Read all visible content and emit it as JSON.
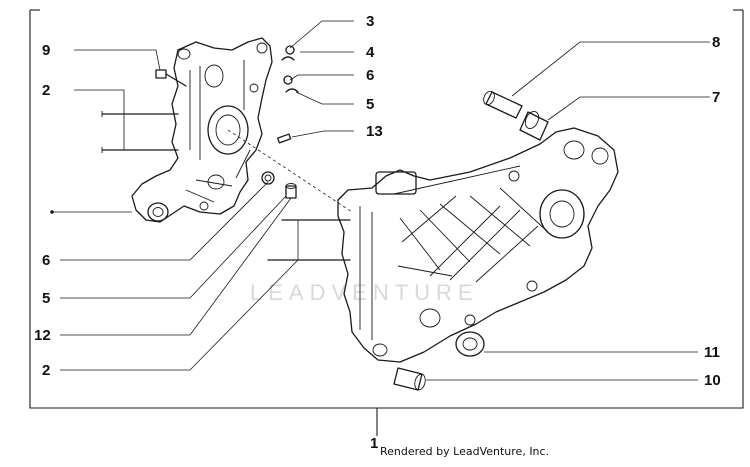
{
  "diagram": {
    "watermark": "LEADVENTURE",
    "credit": "Rendered by LeadVenture, Inc.",
    "assembly_callout": "1",
    "callouts": [
      "9",
      "2",
      "6",
      "5",
      "12",
      "2",
      "3",
      "4",
      "6",
      "5",
      "13",
      "8",
      "7",
      "11",
      "10"
    ]
  }
}
